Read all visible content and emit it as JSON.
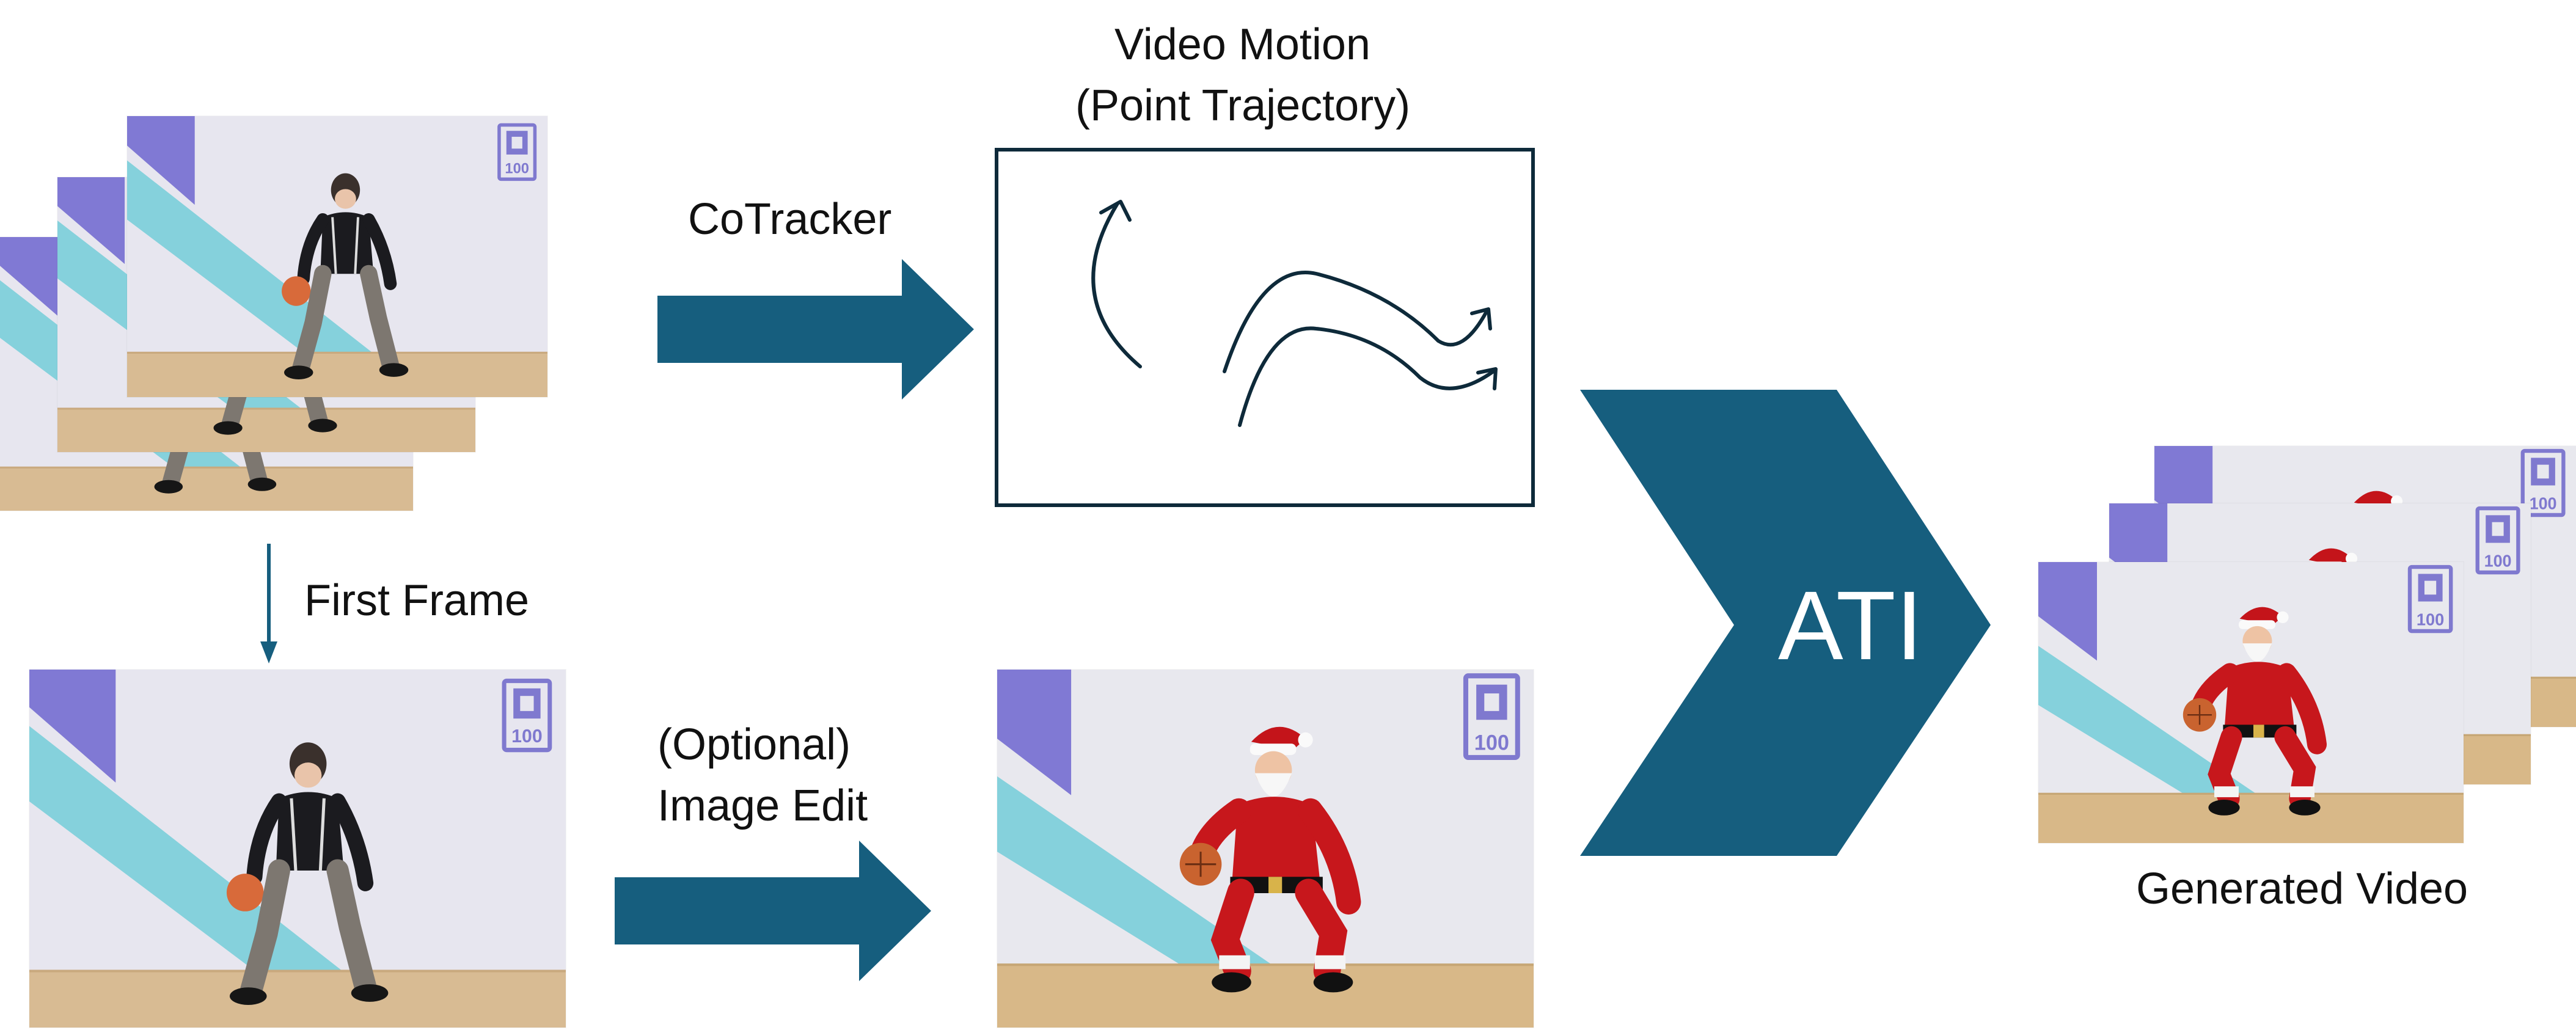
{
  "labels": {
    "video_motion_line1": "Video Motion",
    "video_motion_line2": "(Point Trajectory)",
    "cotracker": "CoTracker",
    "first_frame": "First Frame",
    "optional_line1": "(Optional)",
    "optional_line2": "Image Edit",
    "ati": "ATI",
    "generated_video": "Generated Video"
  },
  "logo_text": "100",
  "colors": {
    "arrow": "#165e7e",
    "box_border": "#0e2a3a",
    "stripe_purple": "#8079d4",
    "stripe_teal": "#7fd0da",
    "wall": "#e7e6ef",
    "floor": "#d6b890"
  }
}
